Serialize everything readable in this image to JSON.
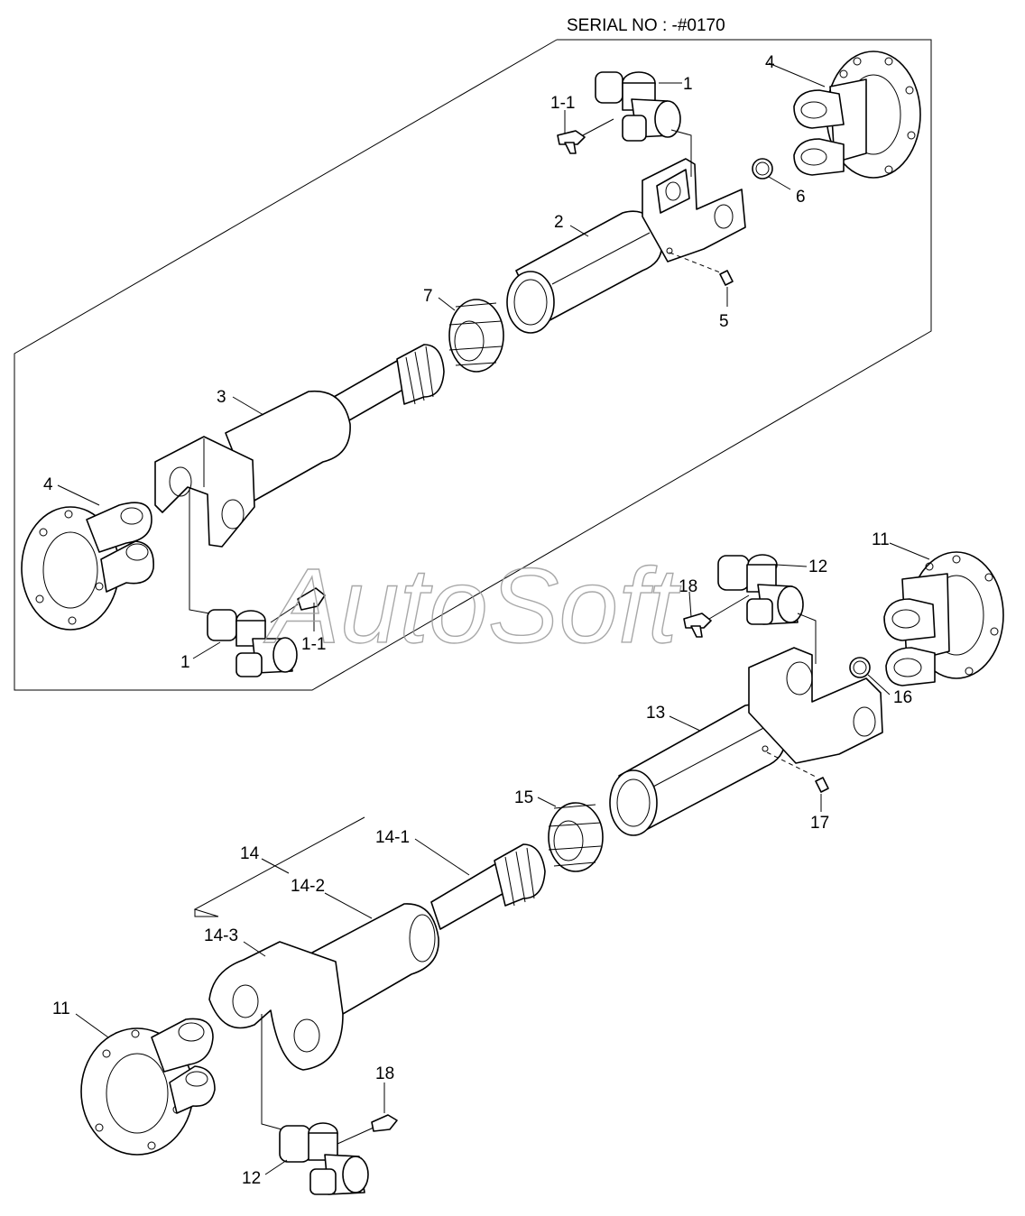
{
  "header": {
    "serial_label": "SERIAL NO : -#0170"
  },
  "watermark": {
    "text": "AutoSoft"
  },
  "callouts": {
    "upper": {
      "u1_top": "1",
      "u1_1_top": "1-1",
      "u2": "2",
      "u3": "3",
      "u4_right": "4",
      "u4_left": "4",
      "u5": "5",
      "u6": "6",
      "u7": "7",
      "u1_bottom": "1",
      "u1_1_bottom": "1-1"
    },
    "lower": {
      "l11_right": "11",
      "l11_left": "11",
      "l12_top": "12",
      "l12_bottom": "12",
      "l13": "13",
      "l14": "14",
      "l14_1": "14-1",
      "l14_2": "14-2",
      "l14_3": "14-3",
      "l15": "15",
      "l16": "16",
      "l17": "17",
      "l18_top": "18",
      "l18_bottom": "18"
    }
  }
}
